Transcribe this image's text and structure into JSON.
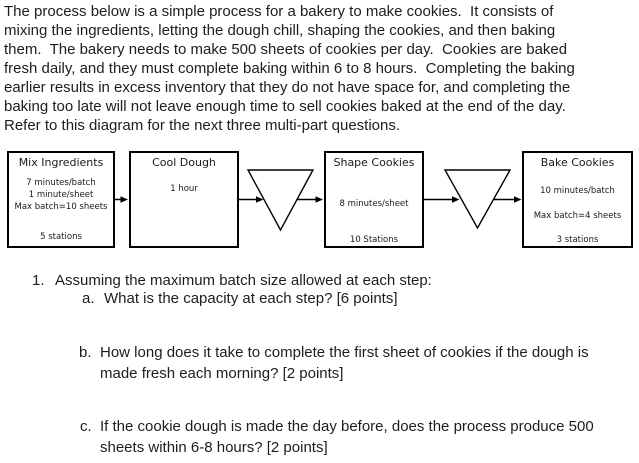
{
  "intro": {
    "lines": [
      "The process below is a simple process for a bakery to make cookies.  It consists of",
      "mixing the ingredients, letting the dough chill, shaping the cookies, and then baking",
      "them.  The bakery needs to make 500 sheets of cookies per day.  Cookies are baked",
      "fresh daily, and they must complete baking within 6 to 8 hours.  Completing the baking",
      "earlier results in excess inventory that they do not have space for, and completing the",
      "baking too late will not leave enough time to sell cookies baked at the end of the day.",
      "Refer to this diagram for the next three multi-part questions."
    ]
  },
  "diagram": {
    "line_color": "#000000",
    "boxes": [
      {
        "title": "Mix Ingredients",
        "lines": [
          "7 minutes/batch",
          "1 minute/sheet",
          "Max batch=10 sheets"
        ],
        "footer": "5 stations"
      },
      {
        "title": "Cool Dough",
        "lines": [
          "1 hour"
        ],
        "footer": ""
      },
      {
        "title": "Shape Cookies",
        "lines": [
          "8 minutes/sheet"
        ],
        "footer": "10 Stations"
      },
      {
        "title": "Bake Cookies",
        "lines": [
          "10 minutes/batch",
          "Max batch=4 sheets"
        ],
        "footer": "3 stations"
      }
    ],
    "symbols": [
      "inventory-triangle",
      "inventory-triangle"
    ]
  },
  "questions": [
    {
      "label": "1.",
      "lines": [
        "Assuming the maximum batch size allowed at each step:"
      ]
    },
    {
      "label": "a.",
      "lines": [
        "What is the capacity at each step? [6 points]"
      ]
    },
    {
      "label": "b.",
      "lines": [
        "How long does it take to complete the first sheet of cookies if the dough is",
        "made fresh each morning? [2 points]"
      ]
    },
    {
      "label": "c.",
      "lines": [
        "If the cookie dough is made the day before, does the process produce 500",
        "sheets within 6-8 hours? [2 points]"
      ]
    }
  ]
}
